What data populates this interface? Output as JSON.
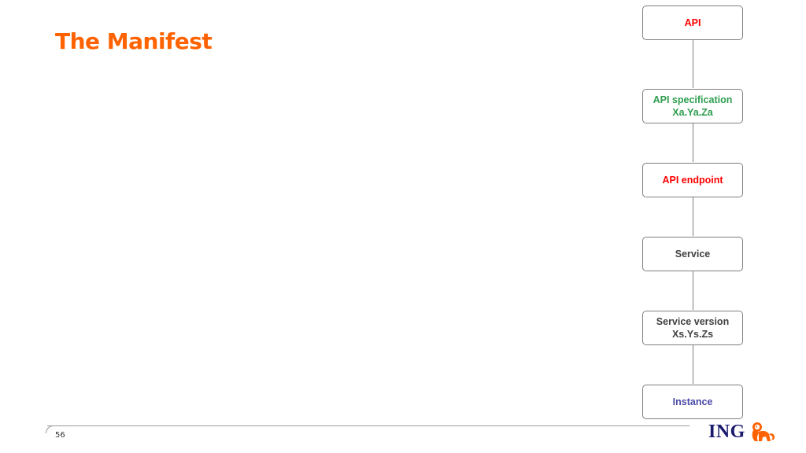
{
  "slide": {
    "title": "The Manifest",
    "page_number": "56",
    "logo_text": "ING"
  },
  "diagram": {
    "nodes": [
      {
        "id": "api",
        "lines": [
          "API"
        ],
        "color": "#FF0000"
      },
      {
        "id": "api-specification",
        "lines": [
          "API specification",
          "Xa.Ya.Za"
        ],
        "color": "#2E9E4F"
      },
      {
        "id": "api-endpoint",
        "lines": [
          "API endpoint"
        ],
        "color": "#FF0000"
      },
      {
        "id": "service",
        "lines": [
          "Service"
        ],
        "color": "#404040"
      },
      {
        "id": "service-version",
        "lines": [
          "Service version",
          "Xs.Ys.Zs"
        ],
        "color": "#404040"
      },
      {
        "id": "instance",
        "lines": [
          "Instance"
        ],
        "color": "#4B4BA8"
      }
    ],
    "edges": [
      [
        "api",
        "api-specification"
      ],
      [
        "api-specification",
        "api-endpoint"
      ],
      [
        "api-endpoint",
        "service"
      ],
      [
        "service",
        "service-version"
      ],
      [
        "service-version",
        "instance"
      ]
    ]
  },
  "colors": {
    "brand_orange": "#FF6200",
    "brand_blue": "#1a1a6e"
  }
}
